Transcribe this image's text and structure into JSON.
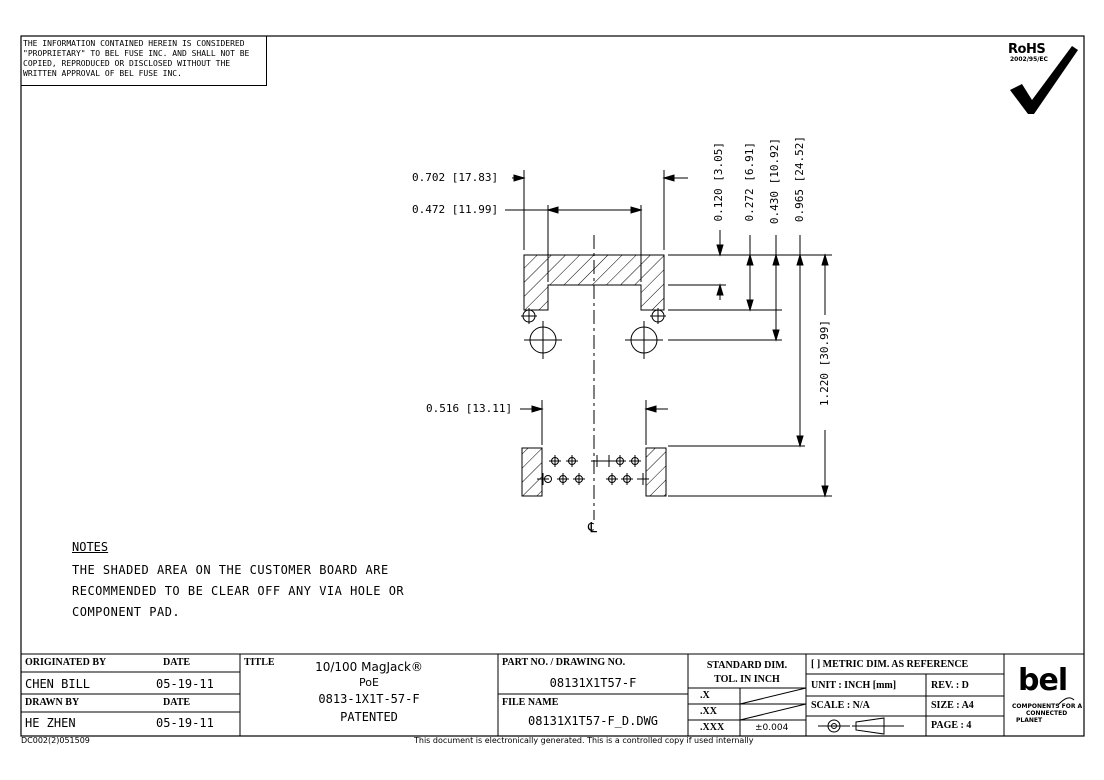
{
  "disclaimer": {
    "line1": "THE INFORMATION CONTAINED HEREIN IS CONSIDERED",
    "line2": "\"PROPRIETARY\" TO BEL FUSE INC. AND SHALL NOT BE",
    "line3": "COPIED, REPRODUCED OR DISCLOSED WITHOUT THE",
    "line4": "WRITTEN APPROVAL OF BEL FUSE INC."
  },
  "rohs": {
    "title": "RoHS",
    "sub": "2002/95/EC"
  },
  "dimensions": {
    "d1": "0.702 [17.83]",
    "d2": "0.472 [11.99]",
    "d3": "0.516 [13.11]",
    "v1": "0.120 [3.05]",
    "v2": "0.272 [6.91]",
    "v3": "0.430 [10.92]",
    "v4": "0.965 [24.52]",
    "v5": "1.220 [30.99]",
    "centerline": "℄"
  },
  "notes": {
    "heading": "NOTES",
    "line1": "THE SHADED AREA ON THE CUSTOMER BOARD ARE",
    "line2": "RECOMMENDED TO BE CLEAR OFF ANY VIA HOLE OR",
    "line3": "COMPONENT PAD."
  },
  "title_block": {
    "originated_by_label": "ORIGINATED BY",
    "originated_by": "CHEN BILL",
    "date_label": "DATE",
    "originated_date": "05-19-11",
    "drawn_by_label": "DRAWN BY",
    "drawn_by": "HE ZHEN",
    "drawn_date": "05-19-11",
    "title_label": "TITLE",
    "title_line1": "10/100 MagJack®",
    "title_line2": "PoE",
    "title_line3": "0813-1X1T-57-F",
    "title_line4": "PATENTED",
    "part_no_label": "PART NO. / DRAWING NO.",
    "part_no": "08131X1T57-F",
    "file_name_label": "FILE NAME",
    "file_name": "08131X1T57-F_D.DWG",
    "std_dim_label": "STANDARD DIM.",
    "tol_label": "TOL. IN INCH",
    "tol_x": ".X",
    "tol_xx": ".XX",
    "tol_xxx": ".XXX",
    "tol_xxx_val": "±0.004",
    "metric_label": "[ ] METRIC DIM. AS REFERENCE",
    "unit_label": "UNIT : INCH [mm]",
    "rev": "REV. : D",
    "scale": "SCALE : N/A",
    "size": "SIZE : A4",
    "page": "PAGE : 4",
    "doc_code": "DC002(2)051509",
    "footer": "This document is electronically generated. This is a controlled copy if used internally"
  },
  "logo": {
    "name": "bel",
    "tagline1": "COMPONENTS FOR A",
    "tagline2": "CONNECTED",
    "tagline3": "PLANET"
  }
}
